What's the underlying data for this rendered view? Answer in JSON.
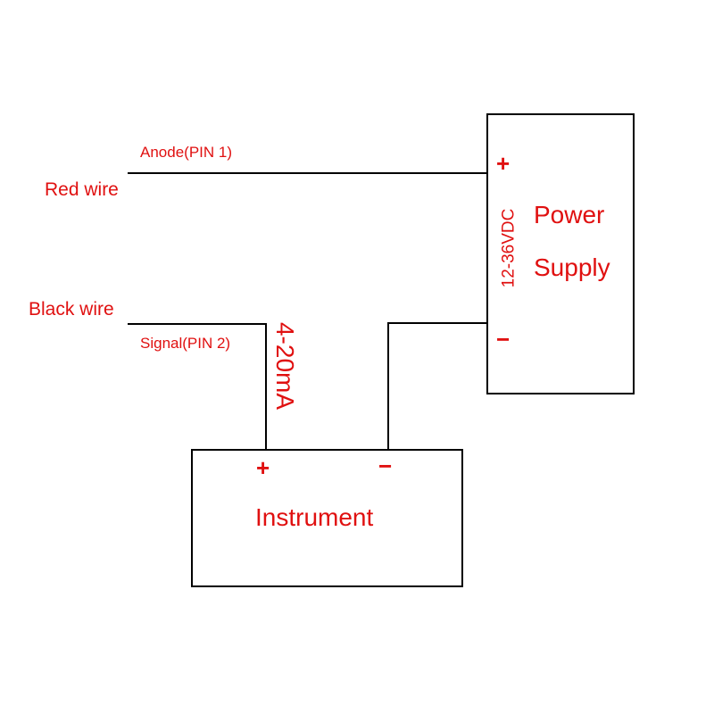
{
  "colors": {
    "label": "#e01010",
    "line": "#000000"
  },
  "left": {
    "red_wire": "Red wire",
    "black_wire": "Black wire"
  },
  "pins": {
    "anode": "Anode(PIN 1)",
    "signal": "Signal(PIN 2)"
  },
  "power_supply": {
    "title_line1": "Power",
    "title_line2": "Supply",
    "voltage": "12-36VDC",
    "plus": "+",
    "minus": "−"
  },
  "current_label": "4-20mA",
  "instrument": {
    "title": "Instrument",
    "plus": "+",
    "minus": "−"
  }
}
